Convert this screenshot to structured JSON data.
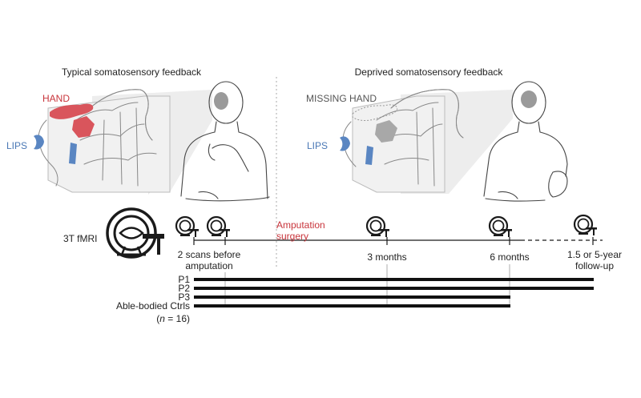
{
  "panels": {
    "left_title": "Typical somatosensory feedback",
    "right_title": "Deprived somatosensory feedback",
    "left_hand_label": "HAND",
    "left_lips_label": "LIPS",
    "right_hand_label": "MISSING HAND",
    "right_lips_label": "LIPS"
  },
  "timeline": {
    "scanner_label": "3T fMRI",
    "surgery_label_line1": "Amputation",
    "surgery_label_line2": "surgery",
    "timepoints": [
      {
        "line1": "2 scans before",
        "line2": "amputation"
      },
      {
        "line1": "3 months",
        "line2": ""
      },
      {
        "line1": "6 months",
        "line2": ""
      },
      {
        "line1": "1.5 or 5-year",
        "line2": "follow-up"
      }
    ],
    "groups": [
      {
        "label": "P1"
      },
      {
        "label": "P2"
      },
      {
        "label": "P3"
      },
      {
        "label": "Able-bodied Ctrls"
      }
    ],
    "n_prefix": "(",
    "n_italic": "n",
    "n_suffix": " = 16)"
  },
  "colors": {
    "hand": "#d9555c",
    "lips": "#5a86c2",
    "surgery": "#c8343b",
    "bars": "#111111"
  }
}
